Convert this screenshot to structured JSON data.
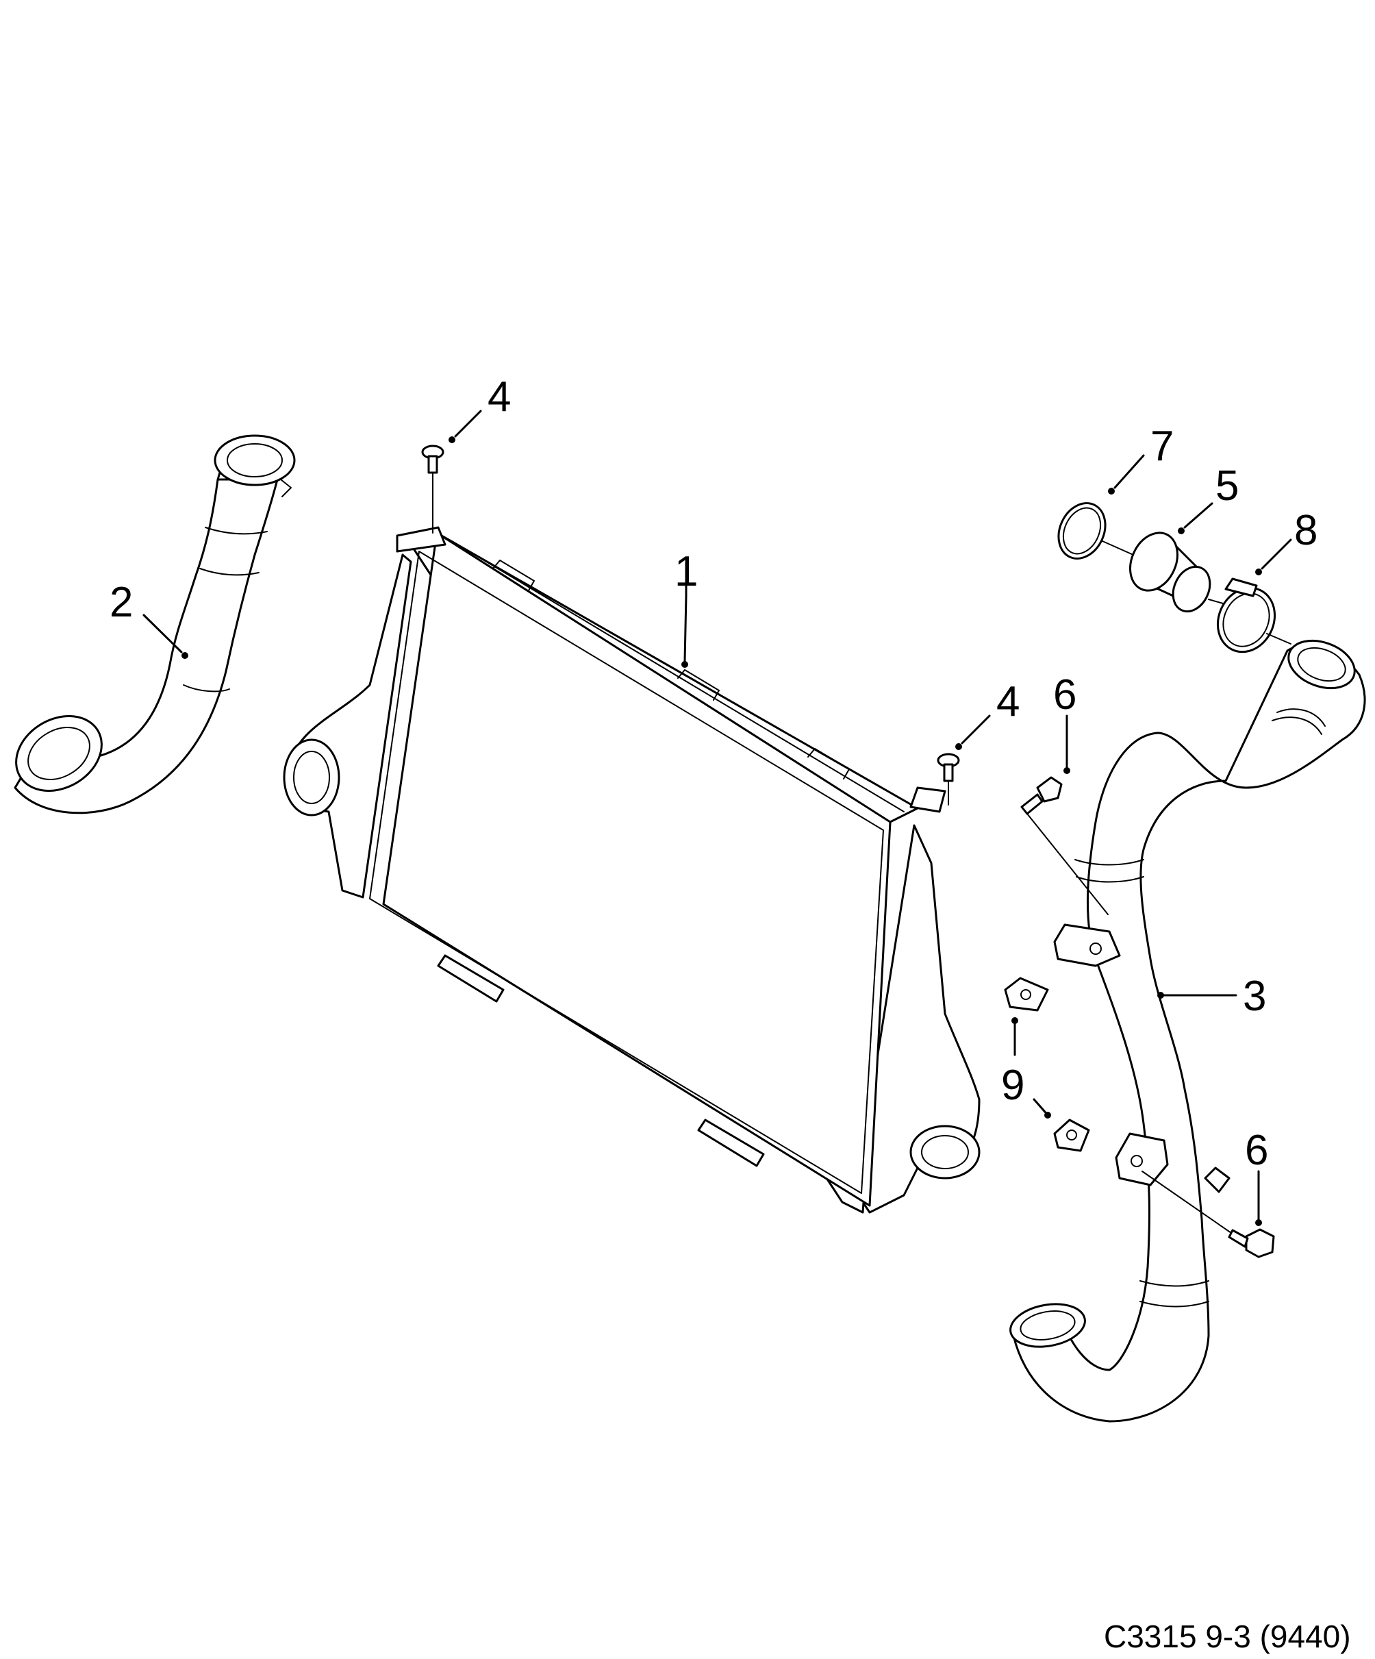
{
  "callouts": [
    {
      "id": "c1a",
      "label": "1",
      "part": "intercooler"
    },
    {
      "id": "c2a",
      "label": "2",
      "part": "left-charge-pipe"
    },
    {
      "id": "c3a",
      "label": "3",
      "part": "right-charge-pipe"
    },
    {
      "id": "c4a",
      "label": "4",
      "part": "screw-left"
    },
    {
      "id": "c4b",
      "label": "4",
      "part": "screw-right"
    },
    {
      "id": "c5a",
      "label": "5",
      "part": "adapter-sleeve"
    },
    {
      "id": "c6a",
      "label": "6",
      "part": "bolt-upper"
    },
    {
      "id": "c6b",
      "label": "6",
      "part": "bolt-lower"
    },
    {
      "id": "c7a",
      "label": "7",
      "part": "o-ring"
    },
    {
      "id": "c8a",
      "label": "8",
      "part": "hose-clamp"
    },
    {
      "id": "c9a",
      "label": "9",
      "part": "clip-nut"
    }
  ],
  "caption": "C3315 9-3 (9440)"
}
